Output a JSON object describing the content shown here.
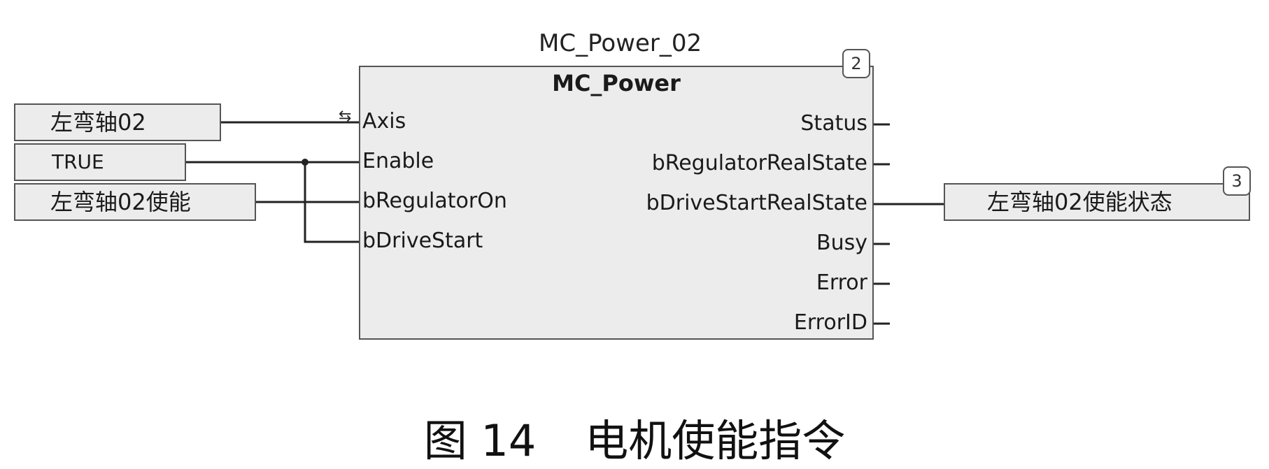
{
  "function_block": {
    "instance_name": "MC_Power_02",
    "type_name": "MC_Power",
    "execution_order": "2",
    "inputs": {
      "axis": "Axis",
      "axis_marker": "⇆",
      "enable": "Enable",
      "regulator_on": "bRegulatorOn",
      "drive_start": "bDriveStart"
    },
    "outputs": {
      "status": "Status",
      "regulator_real_state": "bRegulatorRealState",
      "drive_start_real_state": "bDriveStartRealState",
      "busy": "Busy",
      "error": "Error",
      "error_id": "ErrorID"
    }
  },
  "variables": {
    "axis_var": "左弯轴02",
    "enable_var": "TRUE",
    "regulator_var": "左弯轴02使能",
    "output_var": "左弯轴02使能状态",
    "output_execution_order": "3"
  },
  "caption": {
    "figure_number": "图 14",
    "title": "电机使能指令"
  },
  "colors": {
    "block_fill": "#ececec",
    "outline": "#555555",
    "wire": "#222222"
  }
}
